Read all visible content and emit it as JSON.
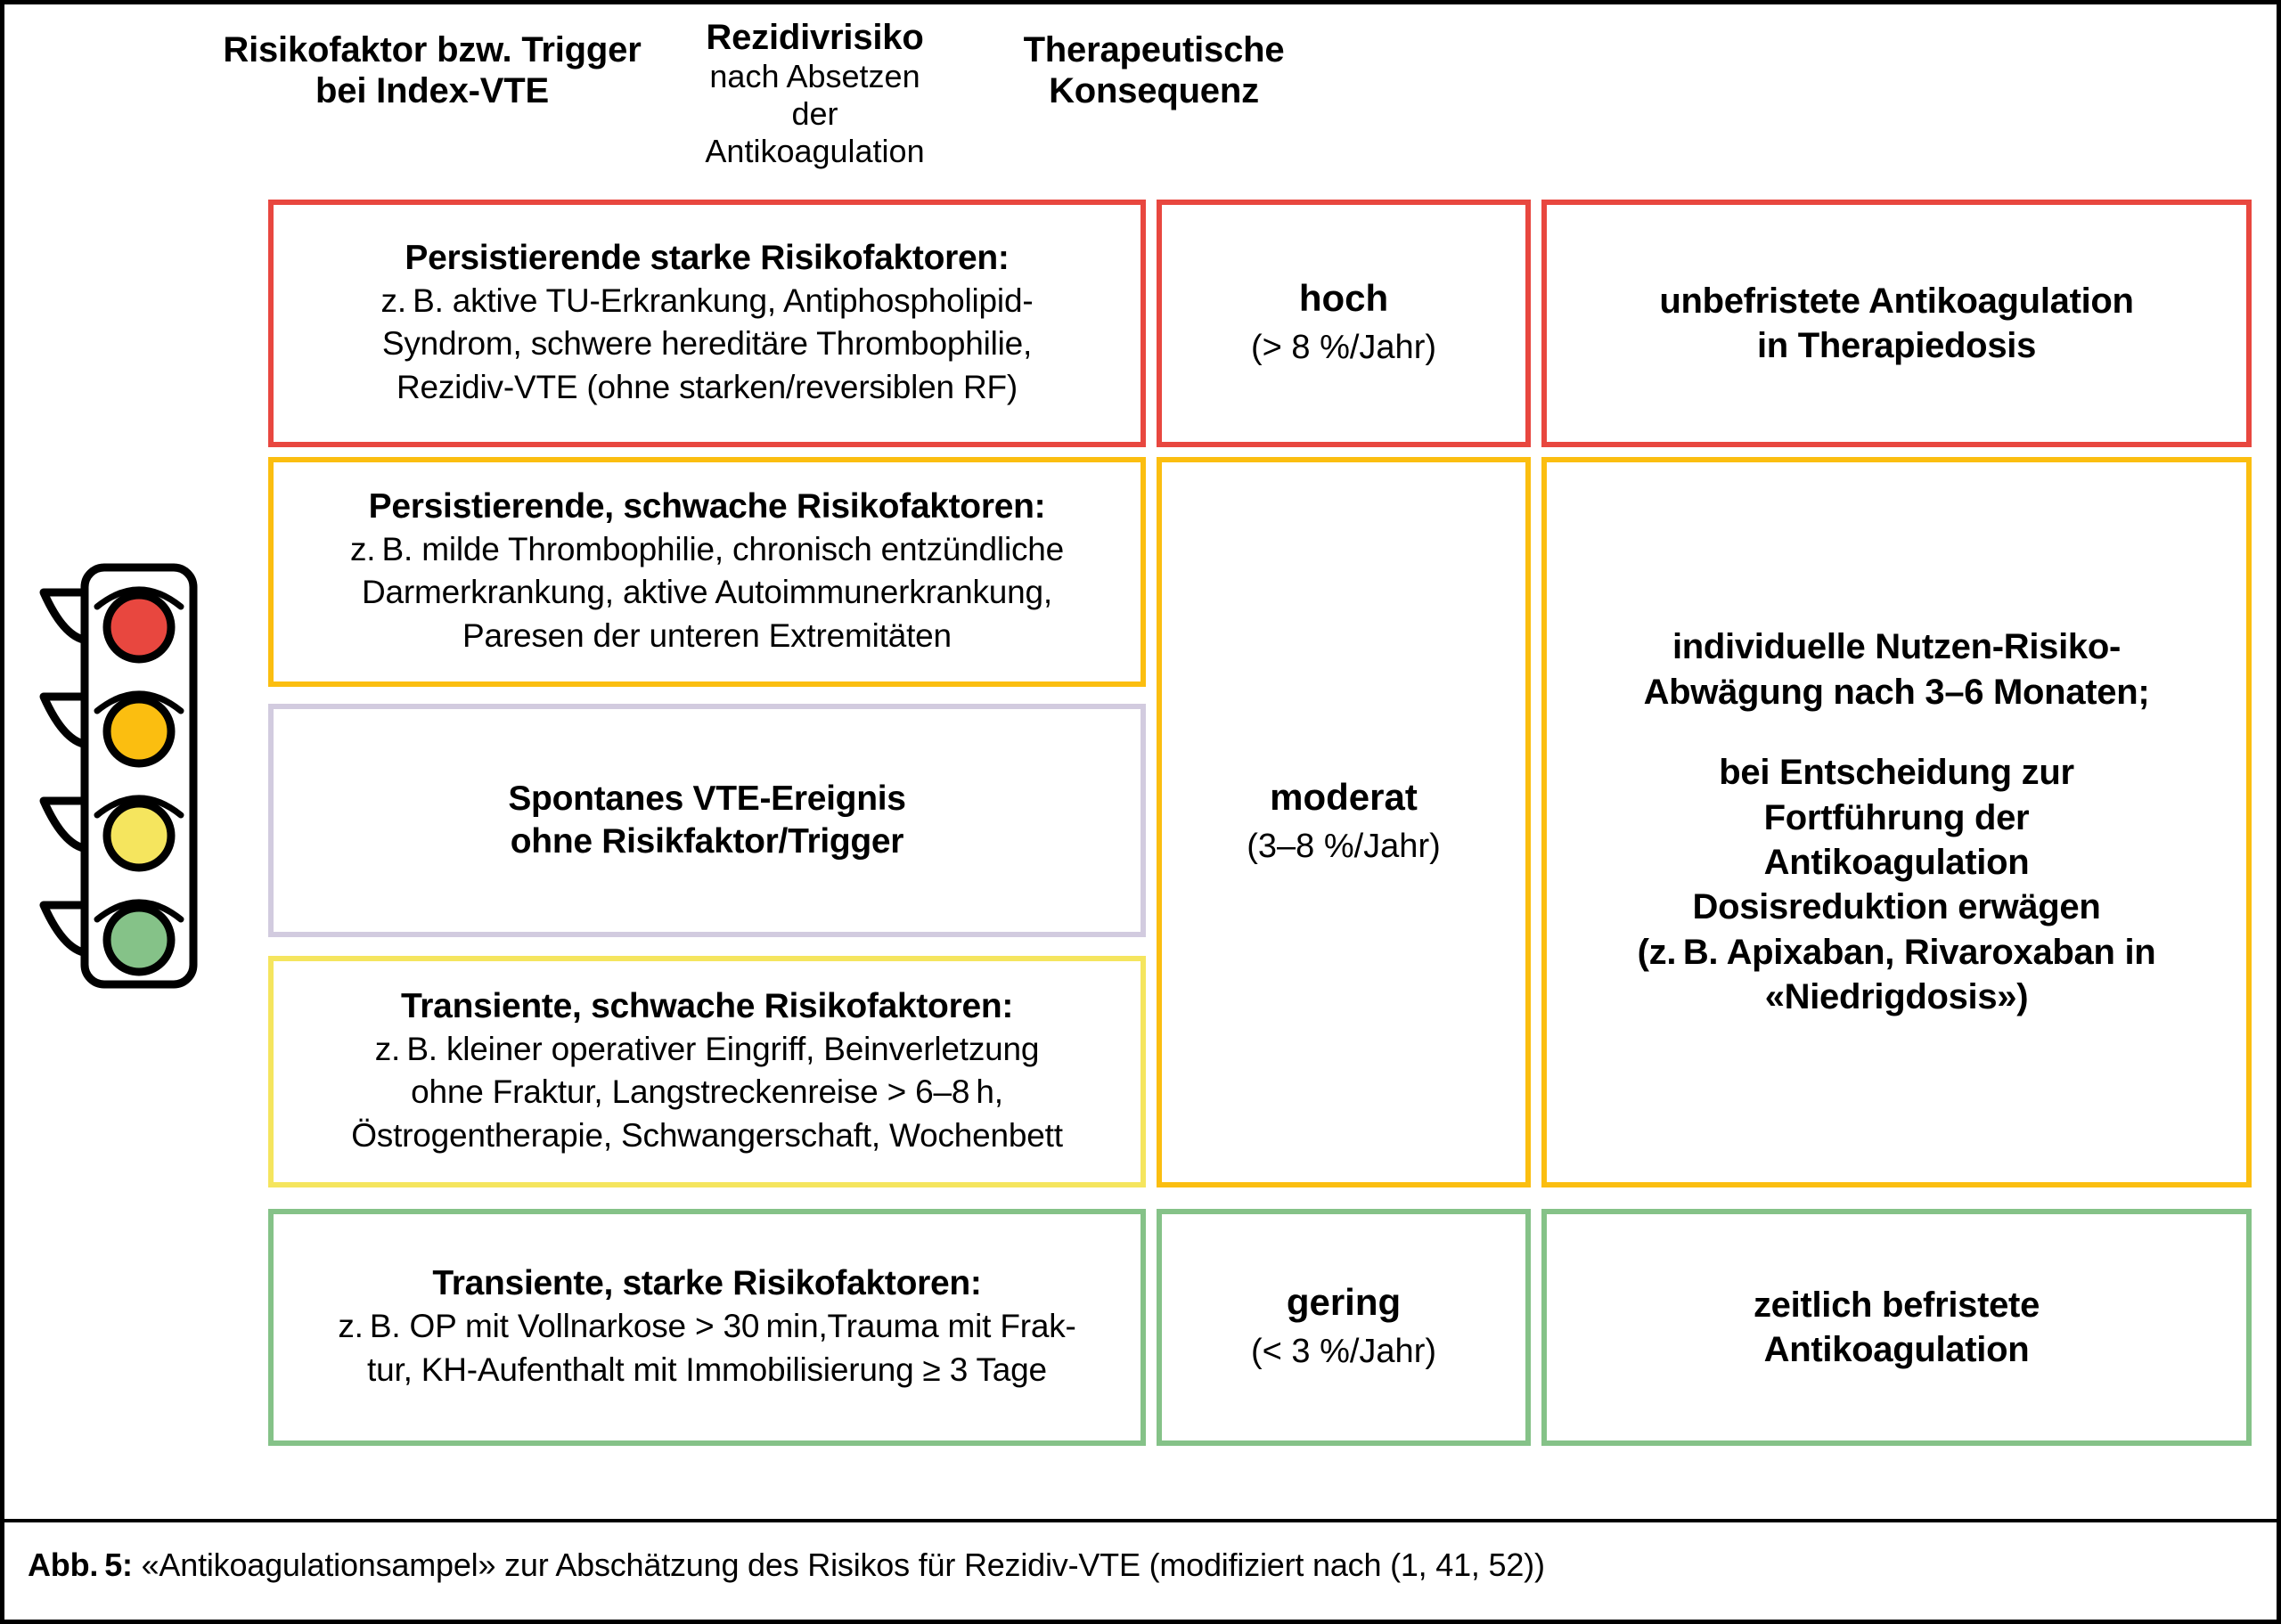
{
  "headers": {
    "col1_line1": "Risikofaktor bzw. Trigger",
    "col1_line2": "bei Index-VTE",
    "col2_line1": "Rezidivrisiko",
    "col2_line2": "nach Absetzen der",
    "col2_line3": "Antikoagulation",
    "col3_line1": "Therapeutische",
    "col3_line2": "Konsequenz"
  },
  "traffic_light": {
    "icon": "traffic-light-icon",
    "lamps": [
      {
        "name": "red-lamp",
        "color": "#e8473f"
      },
      {
        "name": "orange-lamp",
        "color": "#fbbe10"
      },
      {
        "name": "yellow-lamp",
        "color": "#f5e55e"
      },
      {
        "name": "green-lamp",
        "color": "#85c288"
      }
    ]
  },
  "colors": {
    "red": "#e8473f",
    "orange": "#fbbe10",
    "lavender": "#d2cbdf",
    "yellow": "#f5e55e",
    "green": "#85c288",
    "frame": "#000000"
  },
  "rows": [
    {
      "id": "persistierende-starke",
      "border_color": "#e8473f",
      "risk_factor": {
        "title": "Persistierende starke Risikofaktoren:",
        "body_lines": [
          "z. B. aktive TU-Erkrankung, Antiphospholipid-",
          "Syndrom, schwere hereditäre Thrombophilie,",
          "Rezidiv-VTE (ohne starken/reversiblen RF)"
        ]
      }
    },
    {
      "id": "persistierende-schwache",
      "border_color": "#fbbe10",
      "risk_factor": {
        "title": "Persistierende, schwache Risikofaktoren:",
        "body_lines": [
          "z. B. milde Thrombophilie, chronisch entzündliche",
          "Darmerkrankung, aktive Autoimmunerkrankung,",
          "Paresen der unteren Extremitäten"
        ]
      }
    },
    {
      "id": "spontanes-vte-ereignis",
      "border_color": "#d2cbdf",
      "risk_factor": {
        "title_lines": [
          "Spontanes VTE-Ereignis",
          "ohne Risikfaktor/Trigger"
        ]
      }
    },
    {
      "id": "transiente-schwache",
      "border_color": "#f5e55e",
      "risk_factor": {
        "title": "Transiente, schwache Risikofaktoren:",
        "body_lines": [
          "z. B. kleiner operativer Eingriff, Beinverletzung",
          "ohne Fraktur, Langstreckenreise > 6–8 h,",
          "Östrogentherapie, Schwangerschaft, Wochenbett"
        ]
      }
    },
    {
      "id": "transiente-starke",
      "border_color": "#85c288",
      "risk_factor": {
        "title": "Transiente, starke Risikofaktoren:",
        "body_lines": [
          "z. B. OP mit Vollnarkose > 30 min,Trauma mit Frak-",
          "tur, KH-Aufenthalt mit Immobilisierung ≥ 3 Tage"
        ]
      }
    }
  ],
  "recurrence_risk": [
    {
      "id": "hoch",
      "level": "hoch",
      "rate": "(> 8 %/Jahr)",
      "border_color": "#e8473f"
    },
    {
      "id": "moderat",
      "level": "moderat",
      "rate": "(3–8 %/Jahr)",
      "border_color": "#fbbe10"
    },
    {
      "id": "gering",
      "level": "gering",
      "rate": "(< 3 %/Jahr)",
      "border_color": "#85c288"
    }
  ],
  "consequence": [
    {
      "id": "unbefristete-antikoagulation",
      "border_color": "#e8473f",
      "lines": [
        "unbefristete Antikoagulation",
        "in Therapiedosis"
      ]
    },
    {
      "id": "individuelle-abwaegung",
      "border_color": "#fbbe10",
      "block1": [
        "individuelle Nutzen-Risiko-",
        "Abwägung nach 3–6 Monaten;"
      ],
      "block2": [
        "bei Entscheidung zur",
        "Fortführung der",
        "Antikoagulation",
        "Dosisreduktion erwägen",
        "(z. B. Apixaban, Rivaroxaban in",
        "«Niedrigdosis»)"
      ]
    },
    {
      "id": "zeitlich-befristete-antikoagulation",
      "border_color": "#85c288",
      "lines": [
        "zeitlich befristete",
        "Antikoagulation"
      ]
    }
  ],
  "caption": {
    "label": "Abb. 5:",
    "text": " «Antikoagulationsampel» zur Abschätzung des Risikos für Rezidiv-VTE (modifiziert nach (1, 41, 52))"
  }
}
